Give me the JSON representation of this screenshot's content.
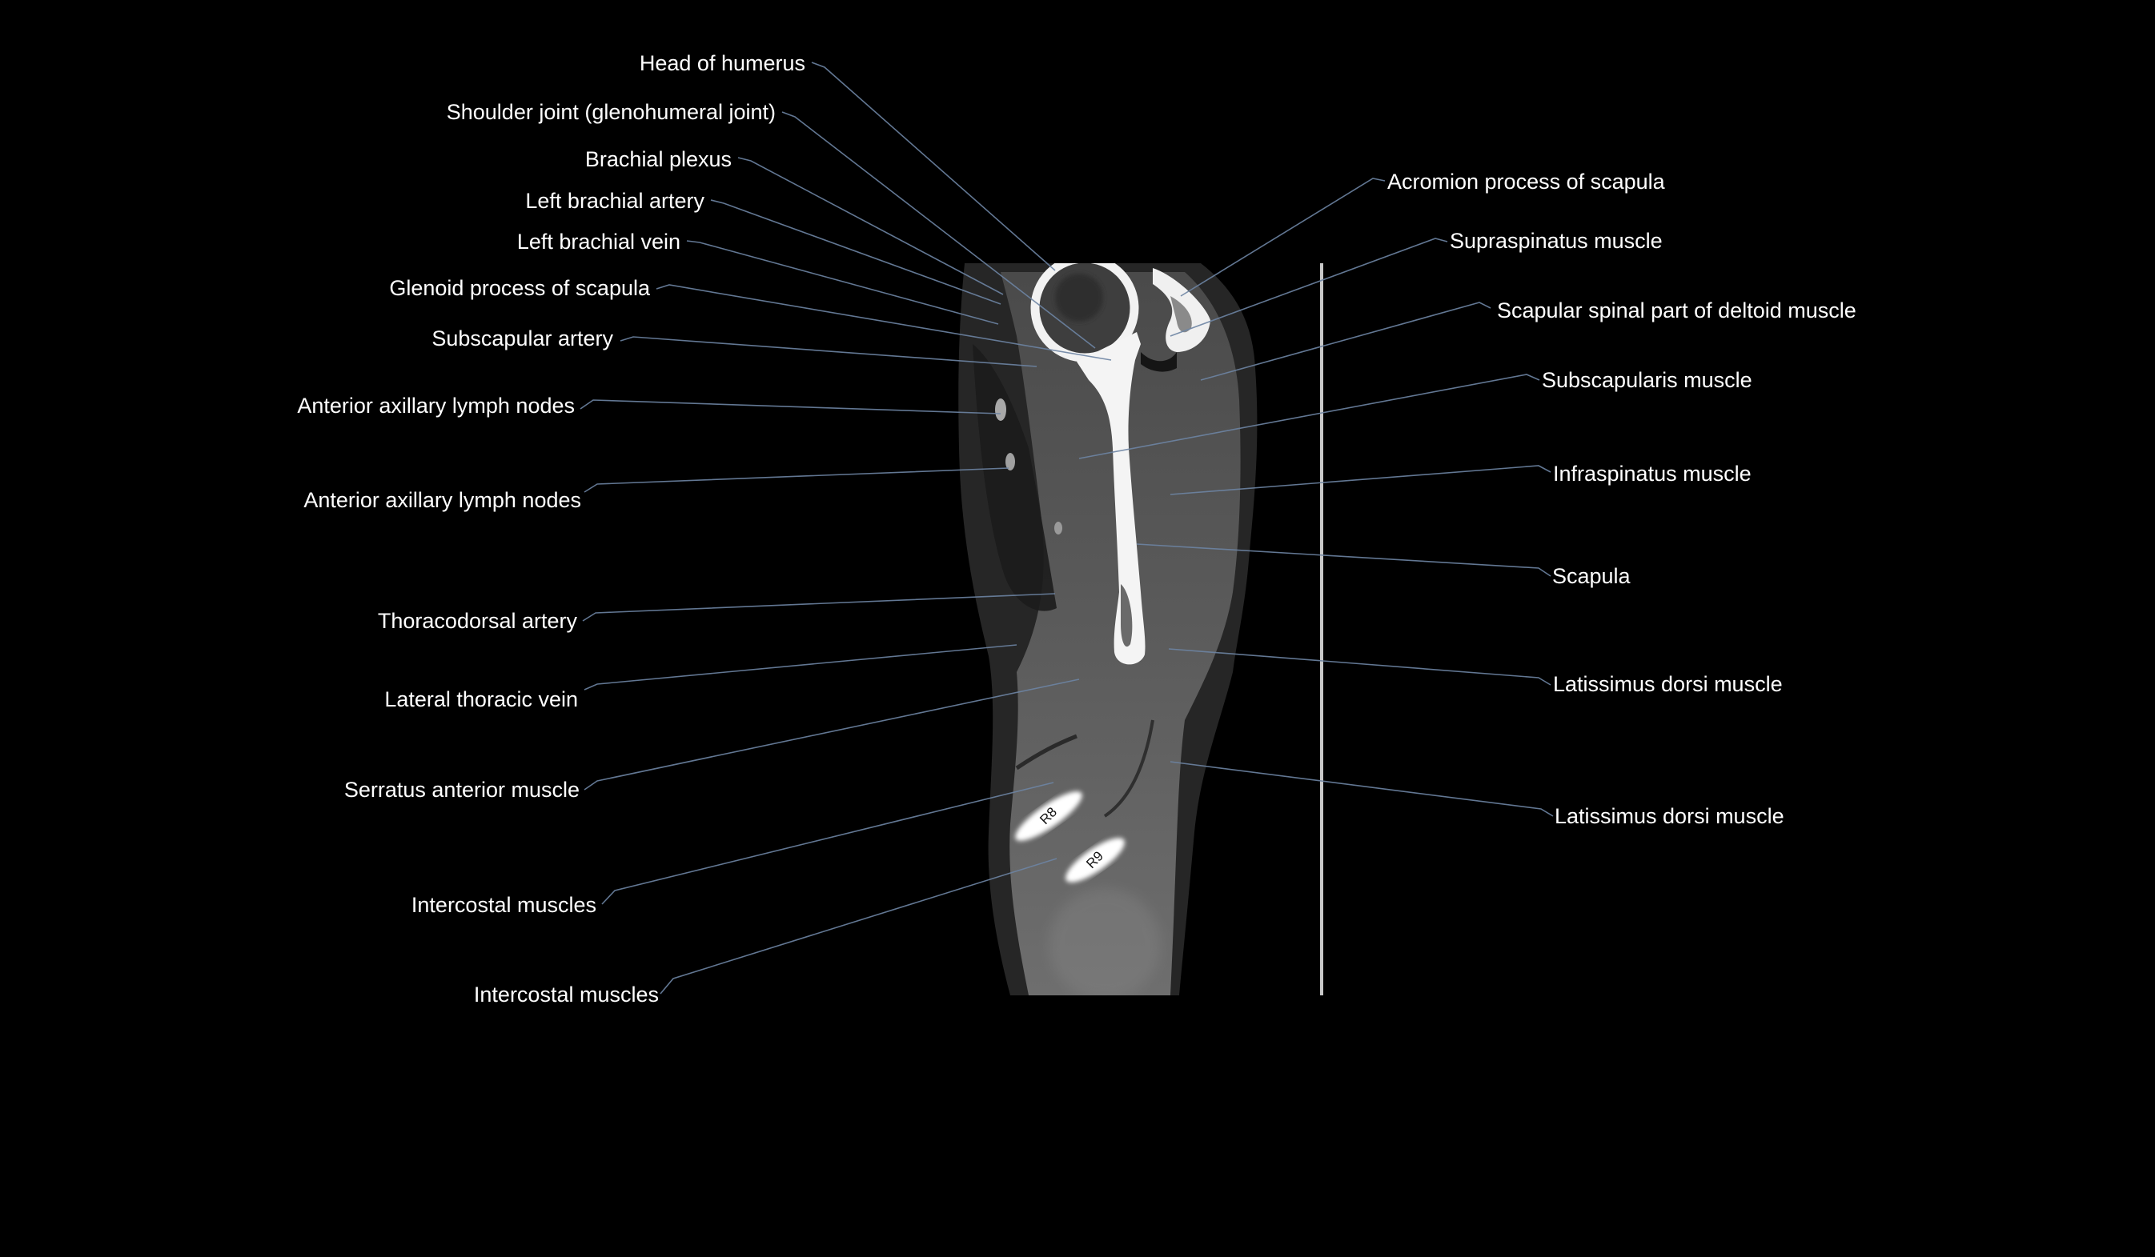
{
  "figure": {
    "type": "Sagittal CT of shoulder and chest wall (labeled)",
    "background": "#000000",
    "label_color": "#ffffff",
    "leader_color": "#6d84a3"
  },
  "labels_left": [
    {
      "id": "head-of-humerus",
      "text": "Head of humerus"
    },
    {
      "id": "shoulder-joint",
      "text": "Shoulder joint (glenohumeral joint)"
    },
    {
      "id": "brachial-plexus",
      "text": "Brachial plexus"
    },
    {
      "id": "left-brachial-artery",
      "text": "Left brachial artery"
    },
    {
      "id": "left-brachial-vein",
      "text": "Left brachial vein"
    },
    {
      "id": "glenoid-process",
      "text": "Glenoid process of scapula"
    },
    {
      "id": "subscapular-artery",
      "text": "Subscapular artery"
    },
    {
      "id": "anterior-axillary-lymph-nodes-1",
      "text": "Anterior axillary lymph nodes"
    },
    {
      "id": "anterior-axillary-lymph-nodes-2",
      "text": "Anterior axillary lymph nodes"
    },
    {
      "id": "thoracodorsal-artery",
      "text": "Thoracodorsal artery"
    },
    {
      "id": "lateral-thoracic-vein",
      "text": "Lateral thoracic vein"
    },
    {
      "id": "serratus-anterior",
      "text": "Serratus anterior muscle"
    },
    {
      "id": "intercostal-muscles-1",
      "text": "Intercostal muscles"
    },
    {
      "id": "intercostal-muscles-2",
      "text": "Intercostal muscles"
    }
  ],
  "labels_right": [
    {
      "id": "acromion-process",
      "text": "Acromion process of scapula"
    },
    {
      "id": "supraspinatus",
      "text": "Supraspinatus muscle"
    },
    {
      "id": "deltoid-spinal-part",
      "text": "Scapular spinal part of deltoid muscle"
    },
    {
      "id": "subscapularis",
      "text": "Subscapularis muscle"
    },
    {
      "id": "infraspinatus",
      "text": "Infraspinatus muscle"
    },
    {
      "id": "scapula",
      "text": "Scapula"
    },
    {
      "id": "latissimus-dorsi-1",
      "text": "Latissimus dorsi muscle"
    },
    {
      "id": "latissimus-dorsi-2",
      "text": "Latissimus dorsi muscle"
    }
  ],
  "rib_markers": [
    {
      "id": "rib-8",
      "text": "R8"
    },
    {
      "id": "rib-9",
      "text": "R9"
    }
  ]
}
